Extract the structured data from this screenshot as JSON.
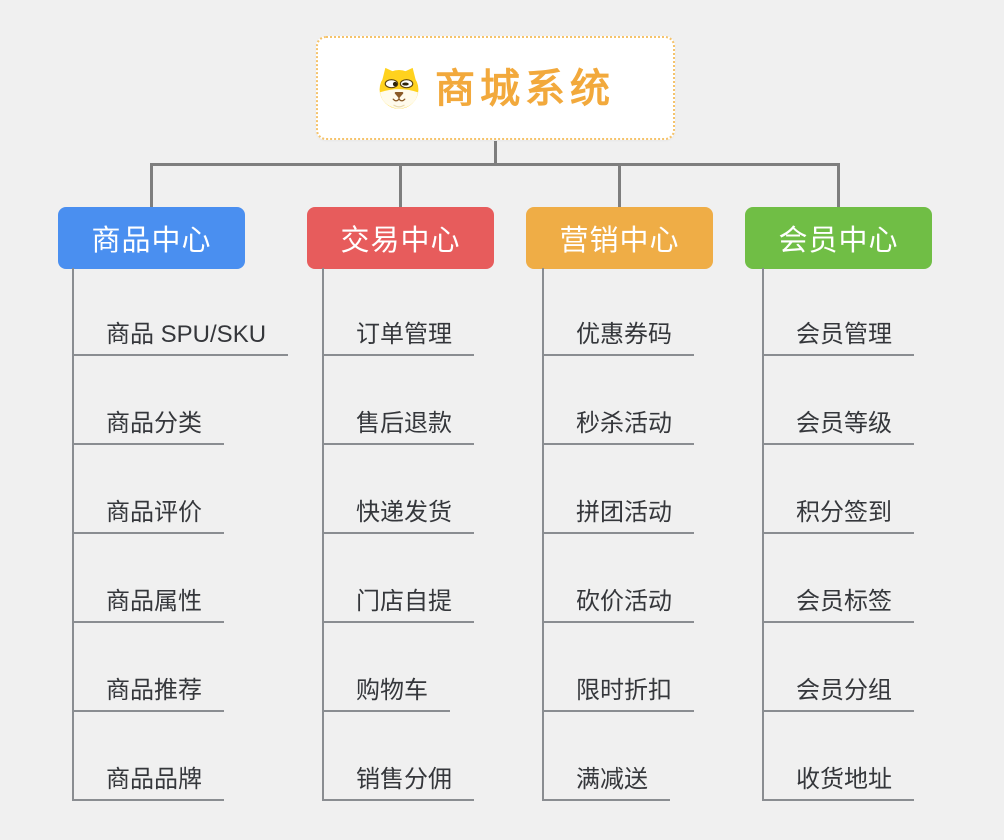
{
  "canvas": {
    "background": "#f0f0f0"
  },
  "root": {
    "title": "商城系统",
    "icon": "dog-face-icon",
    "text_color": "#F2A93C",
    "border_color": "#F5C36B"
  },
  "branches": [
    {
      "label": "商品中心",
      "color": "#4A8FF0",
      "items": [
        "商品 SPU/SKU",
        "商品分类",
        "商品评价",
        "商品属性",
        "商品推荐",
        "商品品牌"
      ]
    },
    {
      "label": "交易中心",
      "color": "#E75C5C",
      "items": [
        "订单管理",
        "售后退款",
        "快递发货",
        "门店自提",
        "购物车",
        "销售分佣"
      ]
    },
    {
      "label": "营销中心",
      "color": "#EFAD46",
      "items": [
        "优惠券码",
        "秒杀活动",
        "拼团活动",
        "砍价活动",
        "限时折扣",
        "满减送"
      ]
    },
    {
      "label": "会员中心",
      "color": "#70BE45",
      "items": [
        "会员管理",
        "会员等级",
        "积分签到",
        "会员标签",
        "会员分组",
        "收货地址"
      ]
    }
  ],
  "lines": {
    "connector_color": "#7E7E7E",
    "child_line_color": "#8A8D91",
    "item_text_color": "#35373B"
  }
}
